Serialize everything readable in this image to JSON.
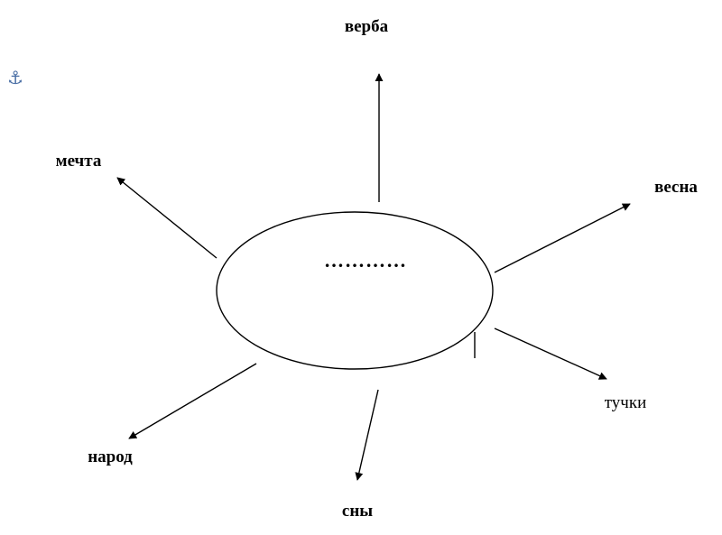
{
  "anchor": {
    "icon": "anchor-icon",
    "glyph": "⚓",
    "color": "#4a6fa5"
  },
  "center": {
    "text": "…………"
  },
  "words": {
    "verba": "верба",
    "mechta": "мечта",
    "vesna": "весна",
    "tuchki": "тучки",
    "narod": "народ",
    "sny": "сны"
  }
}
